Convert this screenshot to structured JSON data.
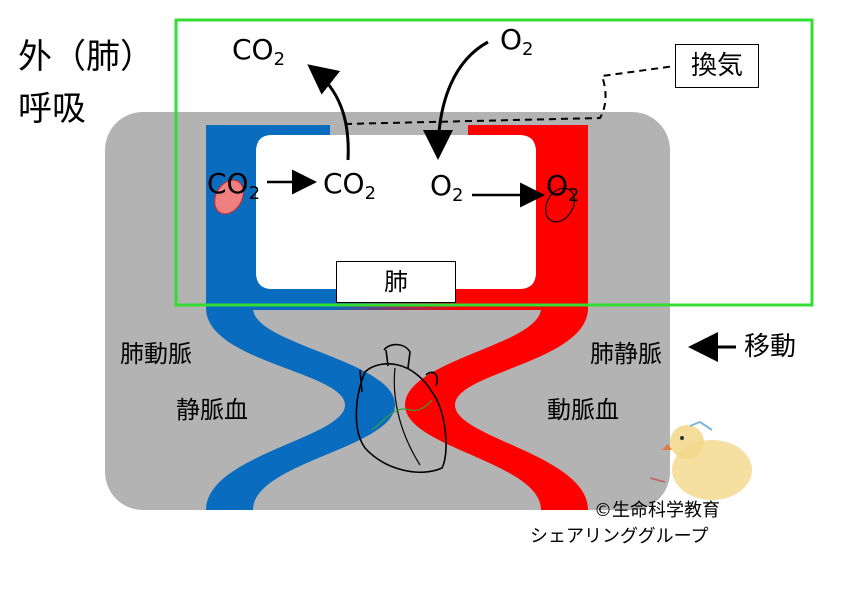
{
  "title": {
    "line1": "外（肺）",
    "line2": "呼吸"
  },
  "labels": {
    "exchange": "換気",
    "lung": "肺",
    "pulmonary_artery": "肺動脈",
    "venous_blood": "静脈血",
    "pulmonary_vein": "肺静脈",
    "arterial_blood": "動脈血",
    "movement": "移動"
  },
  "chem": {
    "co2_base": "CO",
    "o2_base": "O",
    "sub": "2"
  },
  "credit": {
    "line1": "©生命科学教育",
    "line2": "シェアリンググループ"
  },
  "colors": {
    "venous": "#0a6cbf",
    "arterial": "#ff0000",
    "body": "#b3b3b3",
    "highlight_frame": "#33dd33",
    "rbc_venous": "#f08080"
  },
  "icons": [
    "heart-icon",
    "chick-illustration",
    "red-blood-cell-icon"
  ]
}
